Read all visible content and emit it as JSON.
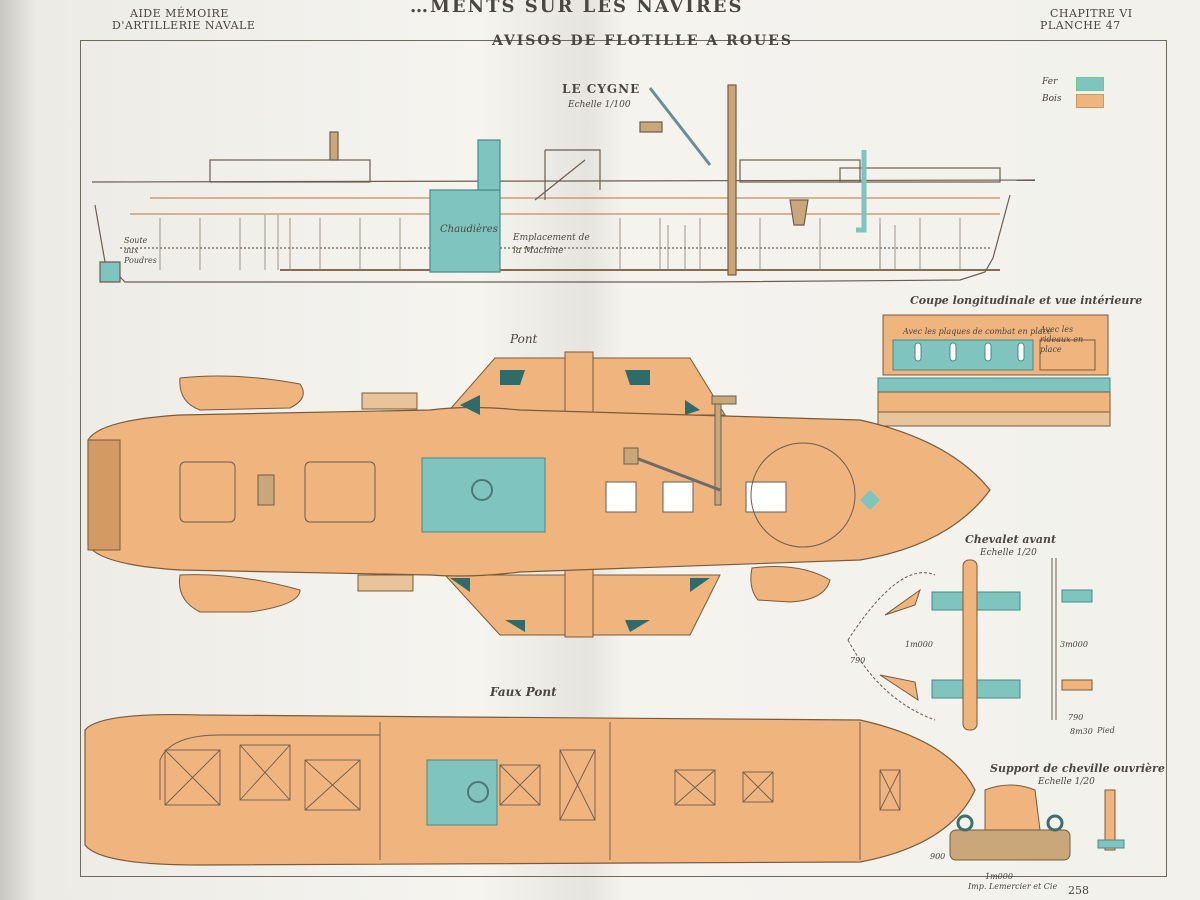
{
  "header": {
    "left_line1": "AIDE MÉMOIRE",
    "left_line2": "D'ARTILLERIE NAVALE",
    "center_title": "…MENTS SUR LES NAVIRES",
    "right_line1": "CHAPITRE VI",
    "right_line2": "PLANCHE 47"
  },
  "plate_title": "AVISOS DE FLOTILLE A ROUES",
  "ship_name": "LE CYGNE",
  "ship_scale": "Echelle 1/100",
  "legend": {
    "items": [
      {
        "label": "Fer",
        "color": "#7fc4bf"
      },
      {
        "label": "Bois",
        "color": "#f0b47e"
      }
    ]
  },
  "elevation_labels": {
    "soute": "Soute aux Poudres",
    "chaudieres": "Chaudières",
    "emplacement": "Emplacement de la Machine"
  },
  "section": {
    "title": "Coupe longitudinale et vue intérieure",
    "left_label": "Avec les plaques de combat en place",
    "right_label": "Avec les rideaux en place"
  },
  "pont_label": "Pont",
  "faux_pont_label": "Faux Pont",
  "chevalet": {
    "title": "Chevalet avant",
    "scale": "Echelle 1/20"
  },
  "support": {
    "title": "Support de cheville ouvrière",
    "scale": "Echelle 1/20"
  },
  "dimensions": [
    "790",
    "1m000",
    "790",
    "3m000",
    "8m30",
    "Pied",
    "900",
    "1m000"
  ],
  "printer": "Imp. Lemercier et Cie",
  "page_number": "258"
}
